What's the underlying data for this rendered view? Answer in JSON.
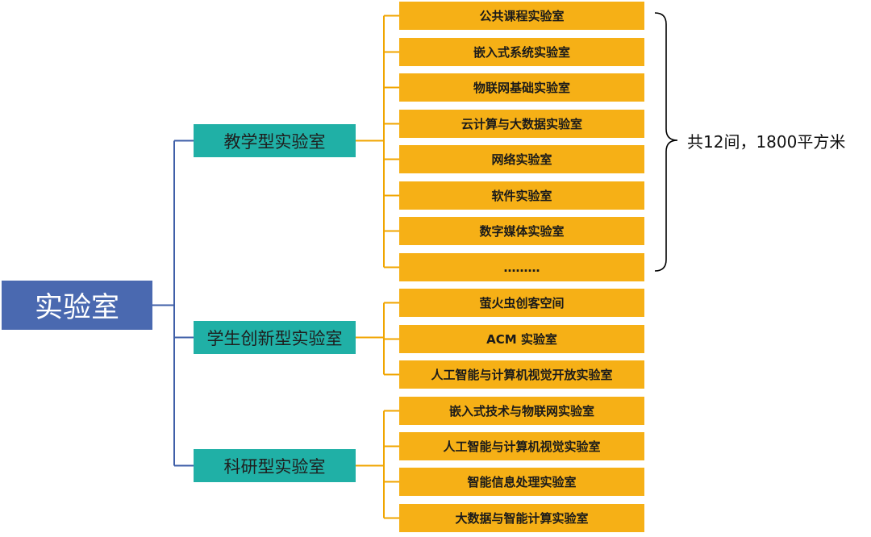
{
  "root": {
    "label": "实验室"
  },
  "categories": [
    {
      "label": "教学型实验室",
      "leaves": [
        "公共课程实验室",
        "嵌入式系统实验室",
        "物联网基础实验室",
        "云计算与大数据实验室",
        "网络实验室",
        "软件实验室",
        "数字媒体实验室",
        "………"
      ]
    },
    {
      "label": "学生创新型实验室",
      "leaves": [
        "萤火虫创客空间",
        "ACM 实验室",
        "人工智能与计算机视觉开放实验室"
      ]
    },
    {
      "label": "科研型实验室",
      "leaves": [
        "嵌入式技术与物联网实验室",
        "人工智能与计算机视觉实验室",
        "智能信息处理实验室",
        "大数据与智能计算实验室"
      ]
    }
  ],
  "brace_note": "共12间，1800平方米",
  "colors": {
    "root_fill": "#4a69b0",
    "category_fill": "#20b0a6",
    "leaf_fill": "#f6b016",
    "root_connector": "#3f5fa8",
    "leaf_connector": "#f0a500",
    "brace": "#000000"
  }
}
